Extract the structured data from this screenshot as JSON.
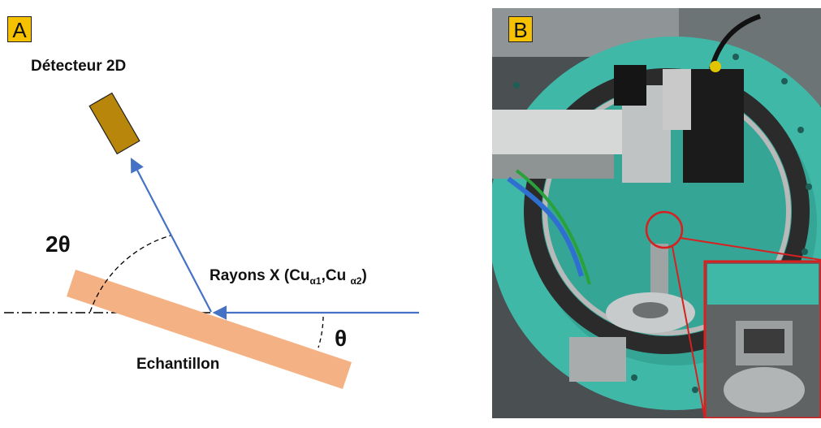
{
  "panel_a": {
    "label": "A",
    "detector_label": "Détecteur 2D",
    "two_theta_label": "2θ",
    "theta_label": "θ",
    "sample_label": "Echantillon",
    "xray_label": {
      "prefix": "Rayons X (Cu",
      "sub1": "α1",
      "mid": ",Cu ",
      "sub2": "α2",
      "suffix": ")"
    },
    "colors": {
      "detector": "#b8860b",
      "sample": "#f4b183",
      "beam": "#4472c4",
      "label_bg": "#f6c200"
    }
  },
  "panel_b": {
    "label": "B",
    "photo_description_colors": {
      "instrument_teal": "#3fb8a8",
      "inset_border": "#d82020"
    }
  }
}
